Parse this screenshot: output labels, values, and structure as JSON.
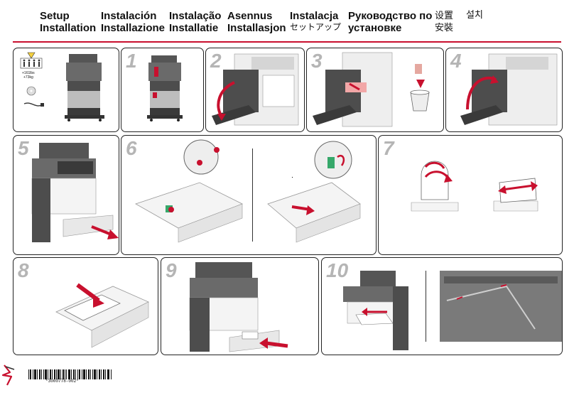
{
  "titles": [
    {
      "line1": "Setup",
      "line2": "Installation"
    },
    {
      "line1": "Instalación",
      "line2": "Installazione"
    },
    {
      "line1": "Instalação",
      "line2": "Installatie"
    },
    {
      "line1": "Asennus",
      "line2": "Installasjon"
    },
    {
      "line1": "Instalacja",
      "line2": "セットアップ"
    },
    {
      "line1": "Руководство по",
      "line2": "установке"
    },
    {
      "line1": "设置",
      "line2": "安裝"
    },
    {
      "line1": "설치",
      "line2": ""
    }
  ],
  "panel1": {
    "weight_lbs": "+161lbs",
    "weight_kg": "+73kg"
  },
  "steps": [
    "1",
    "2",
    "3",
    "4",
    "5",
    "6",
    "7",
    "8",
    "9",
    "10"
  ],
  "barcode_text": "*3000778-002*",
  "colors": {
    "accent": "#c8102e",
    "step_number": "#b5b5b5",
    "printer": "#3a3a3a"
  },
  "icons": [
    "warning-icon",
    "people-icon",
    "cd-icon",
    "cable-icon",
    "trash-bin-icon",
    "brand-logo-icon"
  ]
}
